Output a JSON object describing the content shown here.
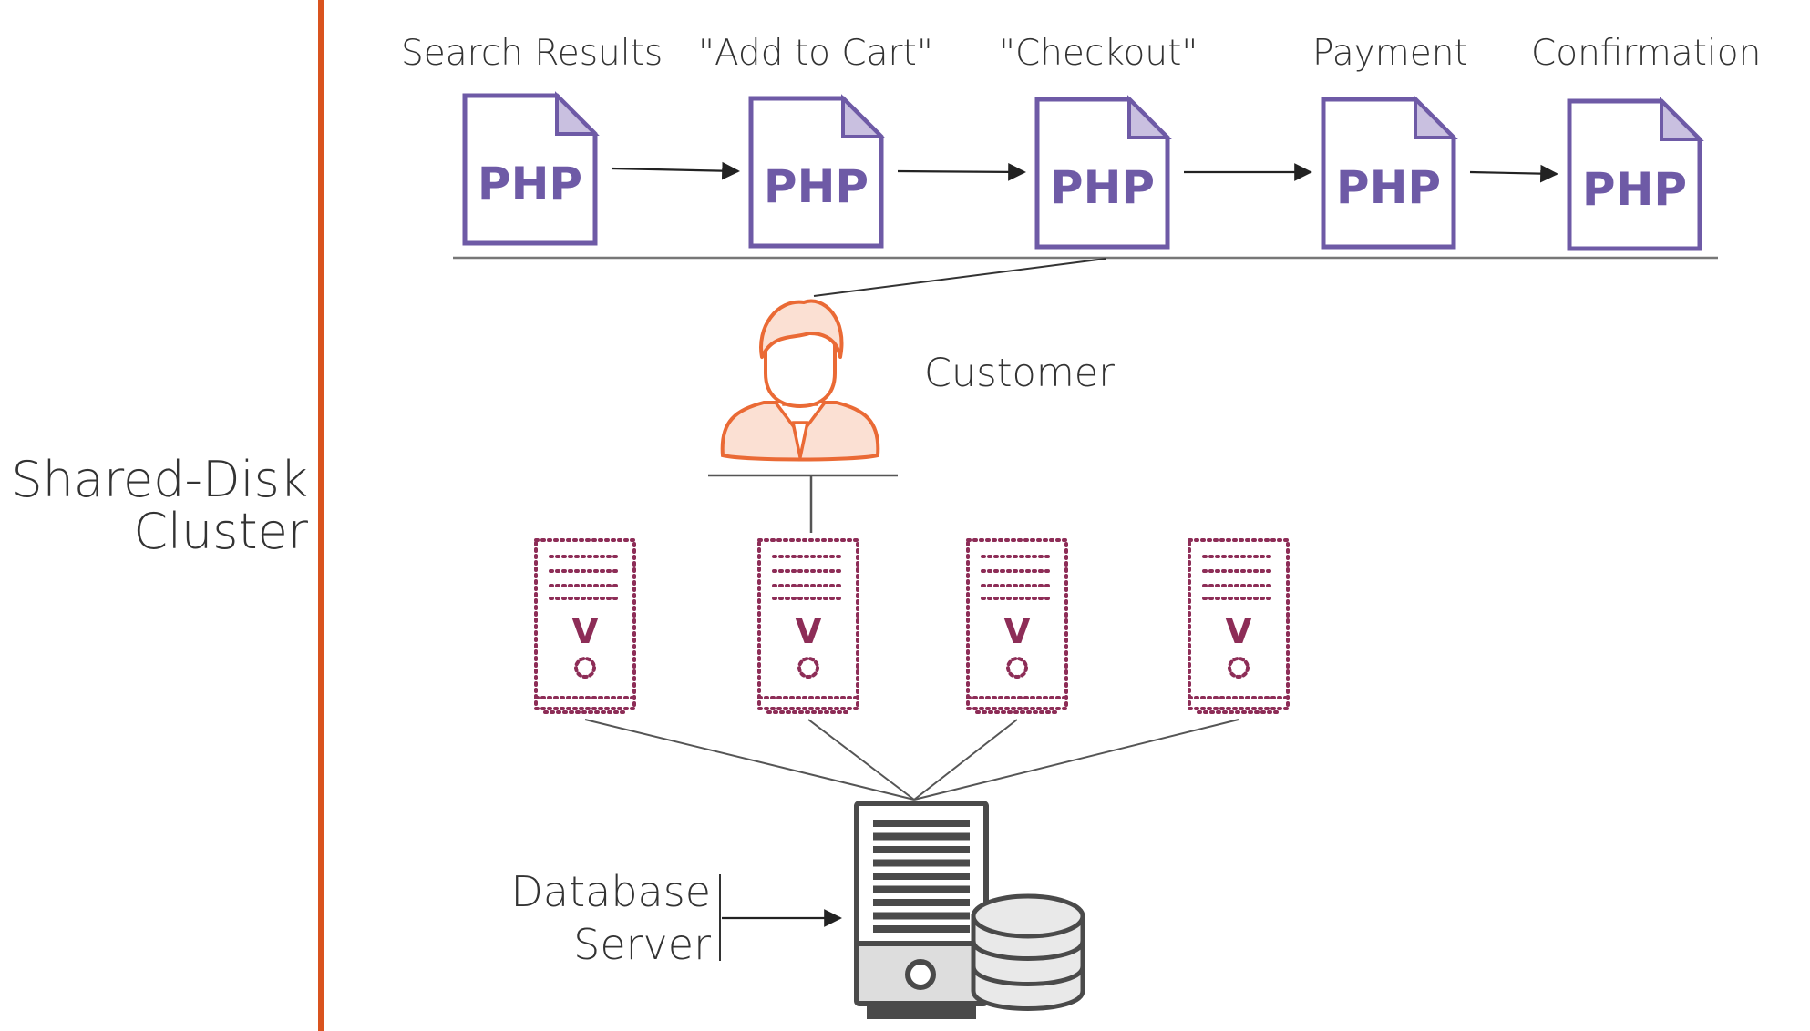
{
  "cluster_label": [
    "Shared-Disk",
    "Cluster"
  ],
  "steps": [
    {
      "label": "Search Results",
      "file": "PHP"
    },
    {
      "label": "\"Add to Cart\"",
      "file": "PHP"
    },
    {
      "label": "\"Checkout\"",
      "file": "PHP"
    },
    {
      "label": "Payment",
      "file": "PHP"
    },
    {
      "label": "Confirmation",
      "file": "PHP"
    }
  ],
  "customer_label": "Customer",
  "web_servers": [
    {
      "badge": "V"
    },
    {
      "badge": "V"
    },
    {
      "badge": "V"
    },
    {
      "badge": "V"
    }
  ],
  "database_label": [
    "Database",
    "Server"
  ],
  "colors": {
    "divider": "#d9531e",
    "php_file": "#6e5aa6",
    "php_fold": "#c9c0e0",
    "customer": "#ea6a35",
    "customer_fill": "#fbe0d3",
    "web_server": "#8d2d57",
    "db_server": "#4a4a4a",
    "line": "#555555"
  },
  "icons": {
    "file": "php-file-icon",
    "customer": "customer-person-icon",
    "web_server": "web-server-icon",
    "db_server": "database-server-icon",
    "db_disk": "database-cylinder-icon"
  }
}
